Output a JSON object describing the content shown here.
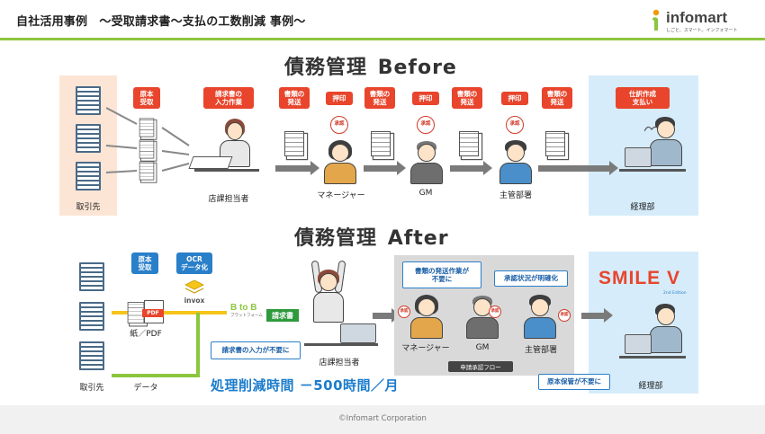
{
  "header": {
    "title": "自社活用事例　～受取請求書～支払の工数削減 事例～",
    "logo_word": "infomart",
    "logo_tagline": "しごと、スマート。インフォマート"
  },
  "before": {
    "title_jp": "債務管理",
    "title_en": "Before",
    "supplier_label": "取引先",
    "tags": {
      "original_receipt": "原本\n受取",
      "invoice_input": "請求書の\n入力作業",
      "send_docs_1": "書類の\n発送",
      "stamp_1": "押印",
      "send_docs_2": "書類の\n発送",
      "stamp_2": "押印",
      "send_docs_3": "書類の\n発送",
      "stamp_3": "押印",
      "send_docs_4": "書類の\n発送",
      "journal_payment": "仕訳作成\n支払い"
    },
    "stamp_text": "承認",
    "people": {
      "store_staff": "店課担当者",
      "manager": "マネージャー",
      "gm": "GM",
      "section_head": "主管部署",
      "accounting": "経理部"
    }
  },
  "after": {
    "title_jp": "債務管理",
    "title_en": "After",
    "supplier_label": "取引先",
    "tags": {
      "original_receipt": "原本\n受取",
      "ocr": "OCR\nデータ化"
    },
    "invox_label": "invox",
    "pdf_badge": "PDF",
    "paper_pdf_label": "紙／PDF",
    "data_label": "データ",
    "bizb_top": "B to B",
    "bizb_sub": "プラットフォーム",
    "invoice_badge": "請求書",
    "callouts": {
      "no_input": "請求書の入力が不要に",
      "no_sending": "書類の発送作業が\n不要に",
      "clear_status": "承認状況が明確化",
      "no_storage": "原本保管が不要に"
    },
    "stamp_text": "承認",
    "people": {
      "store_staff": "店課担当者",
      "manager": "マネージャー",
      "gm": "GM",
      "section_head": "主管部署",
      "accounting": "経理部"
    },
    "approval_flow_label": "申請承認フロー",
    "smile_logo": "SMILE V",
    "smile_edition": "2nd Edition",
    "reduction": "処理削減時間 －500時間／月"
  },
  "footer": {
    "copyright": "©Infomart Corporation"
  },
  "colors": {
    "accent_green": "#8cc63f",
    "tag_red": "#e8452c",
    "tag_blue": "#2a7fc9",
    "before_panel": "#fde5d6",
    "after_panel": "#d6ecfa",
    "reduction_text": "#1c7ccc"
  }
}
